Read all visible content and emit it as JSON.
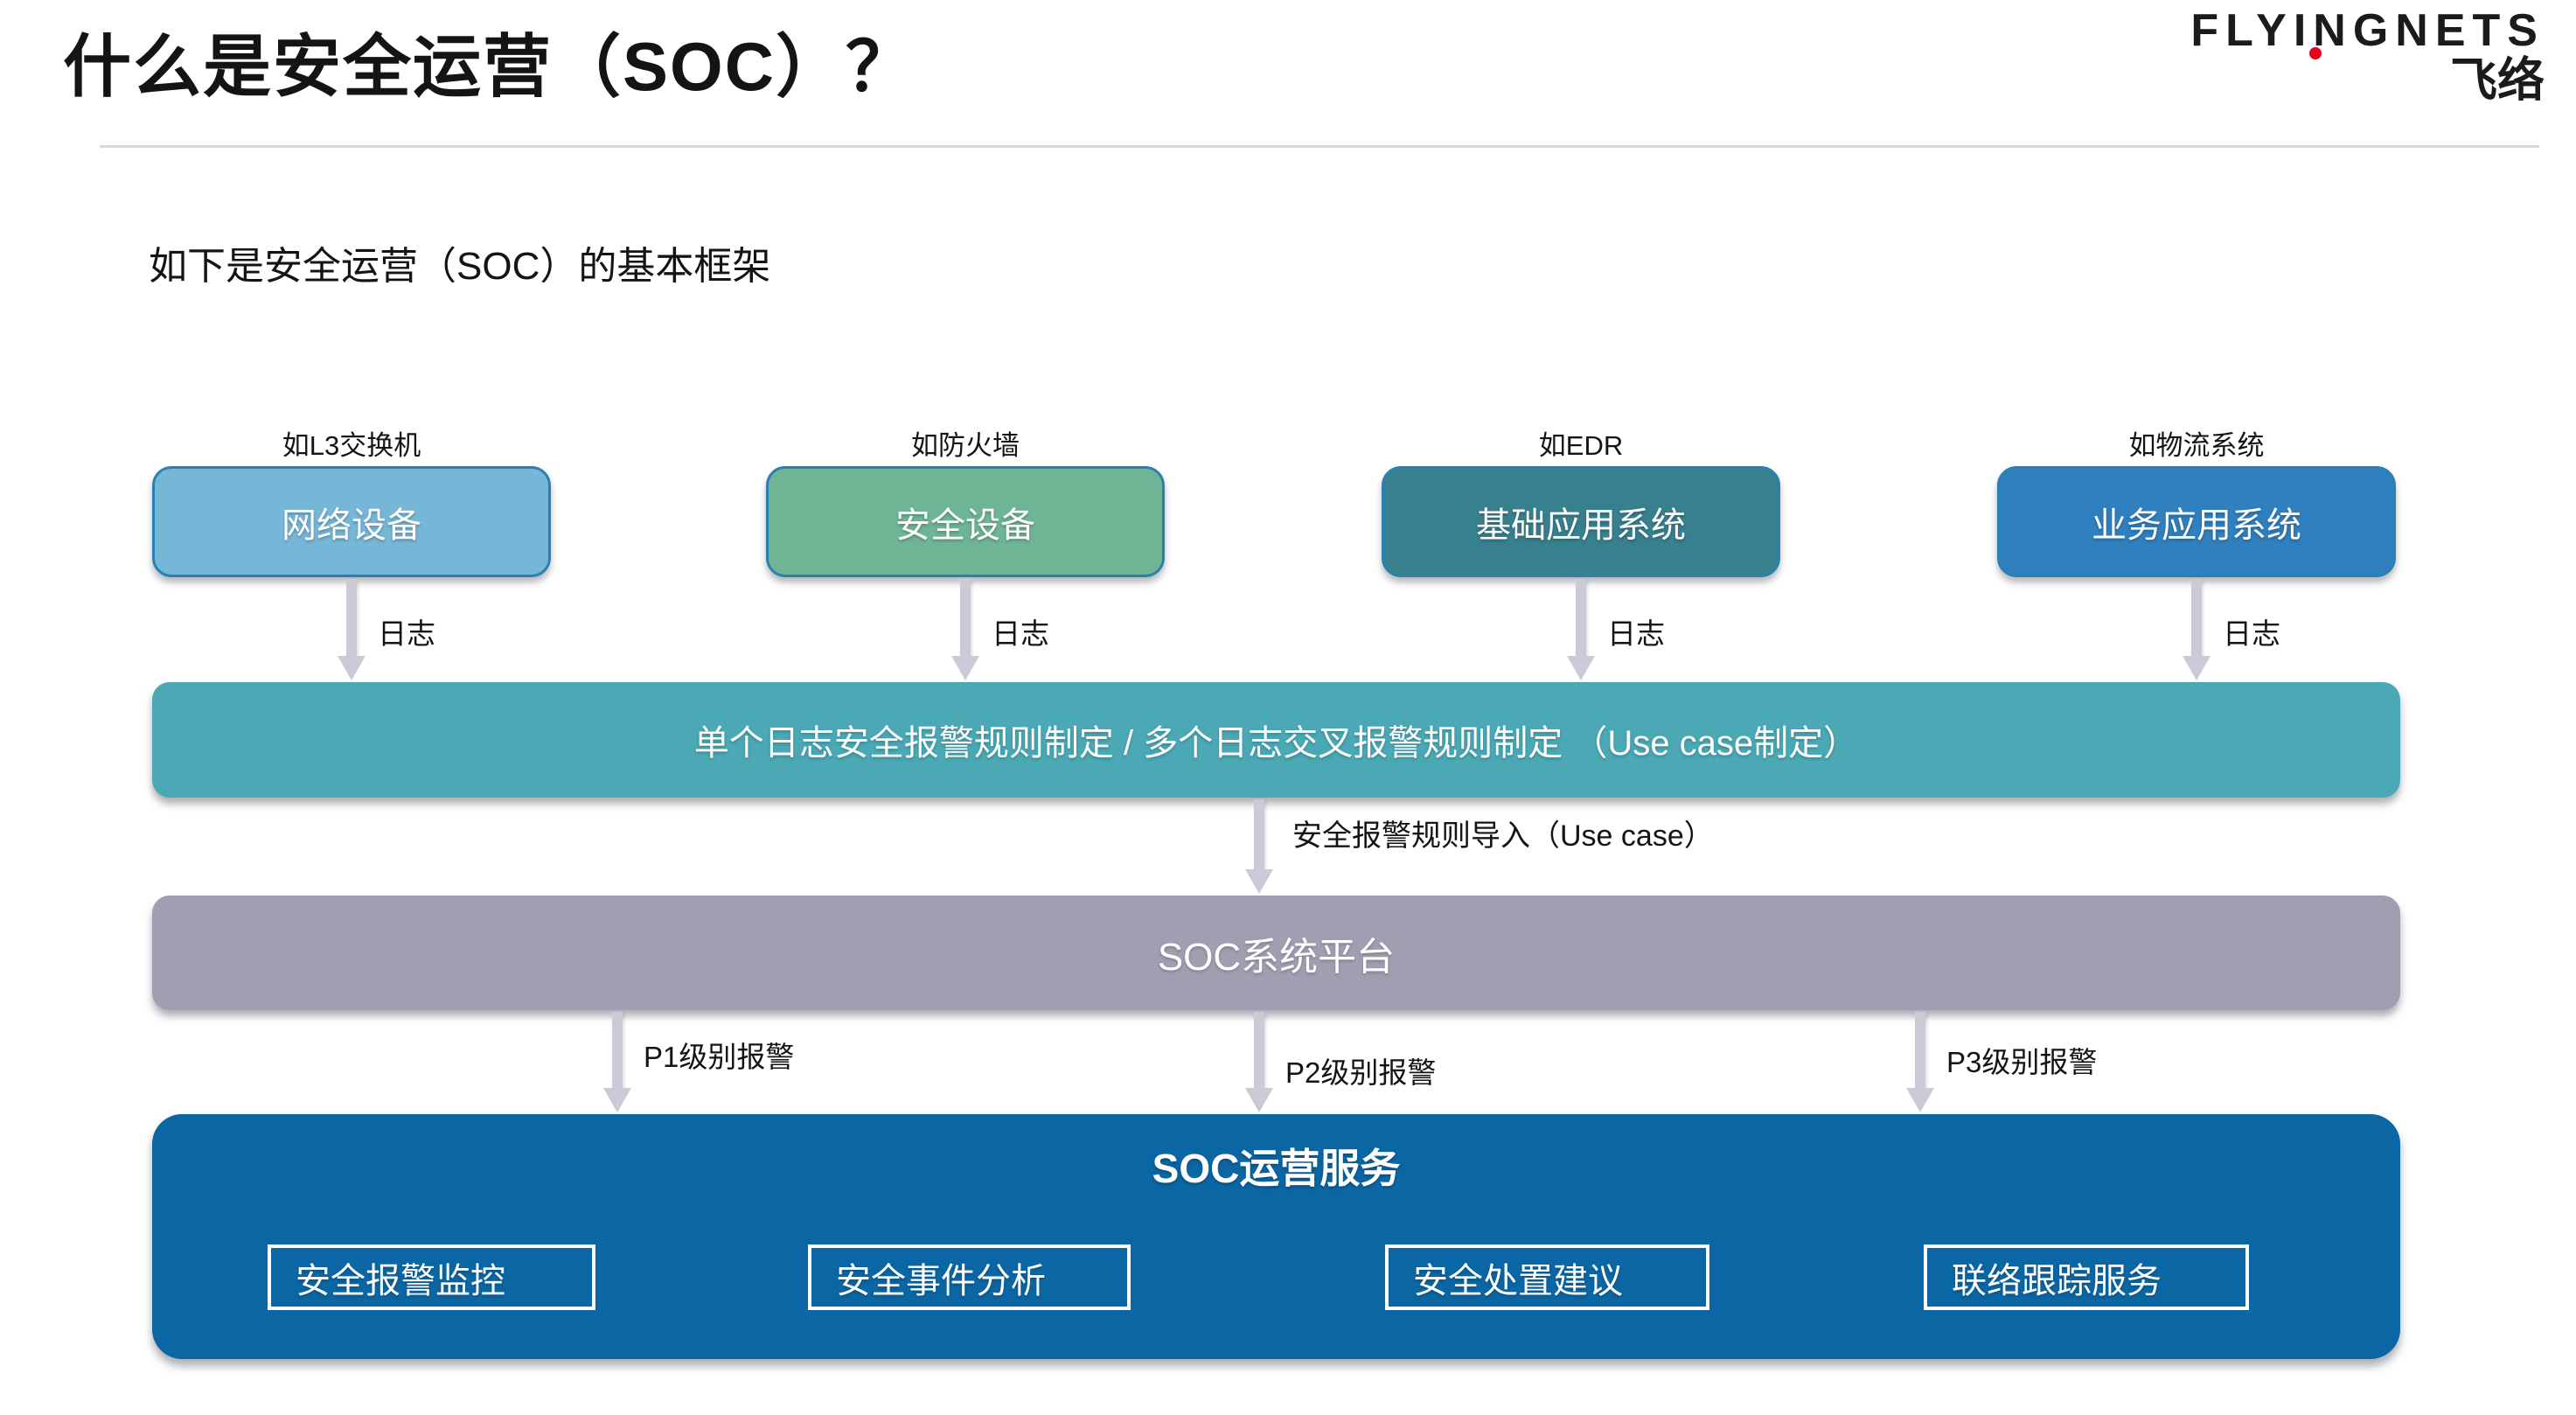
{
  "page": {
    "title": "什么是安全运营（SOC）？",
    "subtitle": "如下是安全运营（SOC）的基本框架"
  },
  "logo": {
    "wordmark": "FLYINGNETS",
    "cjk": "飞络",
    "dot_color": "#e8001c"
  },
  "diagram": {
    "sources": [
      {
        "caption": "如L3交换机",
        "label": "网络设备",
        "fill": "#76b7d8",
        "arrow_label": "日志"
      },
      {
        "caption": "如防火墙",
        "label": "安全设备",
        "fill": "#6eb596",
        "arrow_label": "日志"
      },
      {
        "caption": "如EDR",
        "label": "基础应用系统",
        "fill": "#37818f",
        "arrow_label": "日志"
      },
      {
        "caption": "如物流系统",
        "label": "业务应用系统",
        "fill": "#3080bf",
        "arrow_label": "日志"
      }
    ],
    "rules_bar": {
      "label": "单个日志安全报警规则制定 / 多个日志交叉报警规则制定 （Use case制定）",
      "fill": "#4aa9b5"
    },
    "import_arrow": {
      "label": "安全报警规则导入（Use case）"
    },
    "platform_bar": {
      "label": "SOC系统平台",
      "fill": "#a19eb2"
    },
    "alerts": [
      {
        "label": "P1级别报警"
      },
      {
        "label": "P2级别报警"
      },
      {
        "label": "P3级别报警"
      }
    ],
    "services_block": {
      "title": "SOC运营服务",
      "fill": "#0b66a4",
      "items": [
        "安全报警监控",
        "安全事件分析",
        "安全处置建议",
        "联络跟踪服务"
      ]
    },
    "colors": {
      "box_border": "#2a80b0",
      "arrow": "#cbcad7",
      "divider": "#d8d8d8"
    }
  }
}
